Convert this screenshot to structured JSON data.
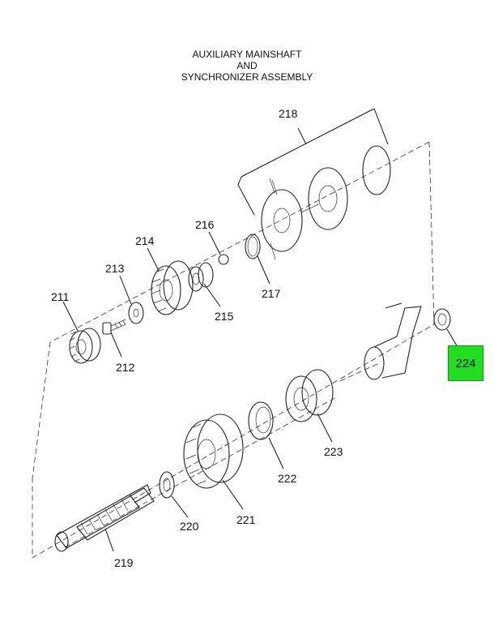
{
  "title_lines": [
    "AUXILIARY MAINSHAFT",
    "AND",
    "SYNCHRONIZER ASSEMBLY"
  ],
  "labels": {
    "p211": "211",
    "p212": "212",
    "p213": "213",
    "p214": "214",
    "p215": "215",
    "p216": "216",
    "p217": "217",
    "p218": "218",
    "p219": "219",
    "p220": "220",
    "p221": "221",
    "p222": "222",
    "p223": "223",
    "p224": "224"
  },
  "highlight": {
    "label": "224",
    "color": "#22dd22"
  }
}
